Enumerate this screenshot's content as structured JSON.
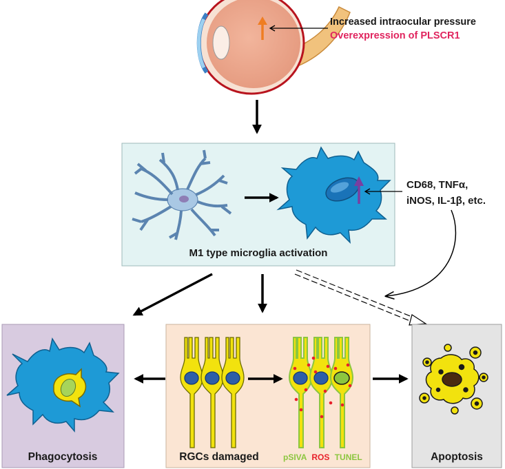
{
  "eye_labels": {
    "line1": "Increased intraocular pressure",
    "line2": "Overexpression of PLSCR1"
  },
  "markers": {
    "line1": "CD68, TNFα,",
    "line2": "iNOS, IL-1β, etc."
  },
  "microglia_caption": "M1 type microglia activation",
  "panels": {
    "phagocytosis": "Phagocytosis",
    "rgc": "RGCs damaged",
    "apoptosis": "Apoptosis"
  },
  "stains": {
    "psiva": "pSIVA",
    "ros": "ROS",
    "tunel": "TUNEL"
  },
  "colors": {
    "pressure_text": "#1a1a1a",
    "plscr1_text": "#e0245e",
    "microglia_box": "#e3f3f3",
    "phago_box": "#d8cbe0",
    "rgc_box": "#fbe5d3",
    "apoptosis_box": "#e4e4e4",
    "microglia_cell": "#1e9ad6",
    "rgc_cell": "#f2e20e",
    "psiva": "#8cc63f",
    "ros": "#e8202a",
    "tunel": "#8cc63f"
  }
}
